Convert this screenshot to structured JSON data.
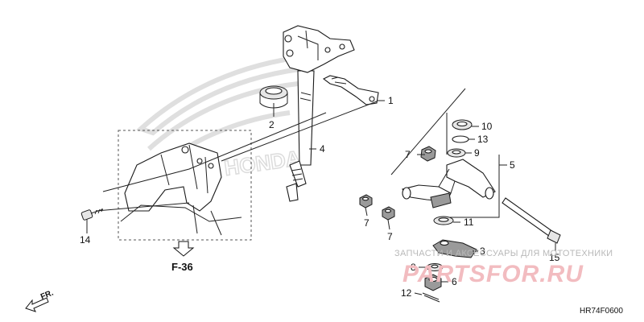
{
  "diagram": {
    "callouts": [
      {
        "id": "c1",
        "label": "1"
      },
      {
        "id": "c2",
        "label": "2"
      },
      {
        "id": "c3",
        "label": "3"
      },
      {
        "id": "c4",
        "label": "4"
      },
      {
        "id": "c5",
        "label": "5"
      },
      {
        "id": "c6",
        "label": "6"
      },
      {
        "id": "c7a",
        "label": "7"
      },
      {
        "id": "c7b",
        "label": "7"
      },
      {
        "id": "c7c",
        "label": "7"
      },
      {
        "id": "c8",
        "label": "8"
      },
      {
        "id": "c9",
        "label": "9"
      },
      {
        "id": "c10",
        "label": "10"
      },
      {
        "id": "c11",
        "label": "11"
      },
      {
        "id": "c12",
        "label": "12"
      },
      {
        "id": "c13",
        "label": "13"
      },
      {
        "id": "c14",
        "label": "14"
      },
      {
        "id": "c15",
        "label": "15"
      }
    ],
    "reference_label": "F-36",
    "direction_label": "FR.",
    "drawing_code": "HR74F0600"
  },
  "watermark": {
    "top_text": "ЗАПЧАСТИ И АКСЕССУАРЫ ДЛЯ МОТОТЕХНИКИ",
    "main_text": "PARTSFOR.RU",
    "color": "#f2bcc0"
  },
  "background_logo": {
    "text": "HONDA",
    "color": "#d9d9d9"
  }
}
